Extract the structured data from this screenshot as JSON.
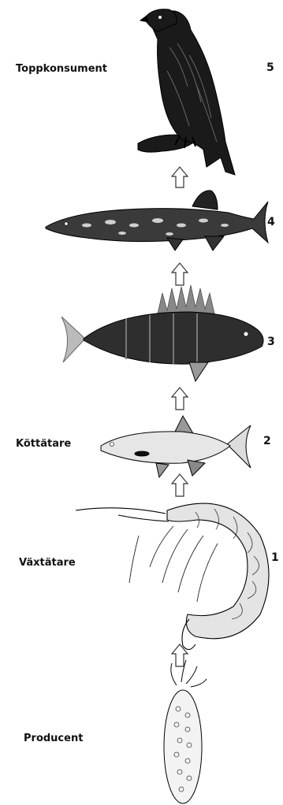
{
  "levels": [
    {
      "label": "Toppkonsument",
      "number": "5",
      "organism": "hawk-icon"
    },
    {
      "label": "",
      "number": "4",
      "organism": "pike-icon"
    },
    {
      "label": "",
      "number": "3",
      "organism": "perch-icon"
    },
    {
      "label": "Köttätare",
      "number": "2",
      "organism": "small-fish-icon"
    },
    {
      "label": "Växtätare",
      "number": "1",
      "organism": "amphipod-icon"
    },
    {
      "label": "Producent",
      "number": "",
      "organism": "algae-icon"
    }
  ],
  "colors": {
    "ink": "#111111",
    "body_fill": "#d9d9d9",
    "fish_light": "#eeeeee"
  }
}
